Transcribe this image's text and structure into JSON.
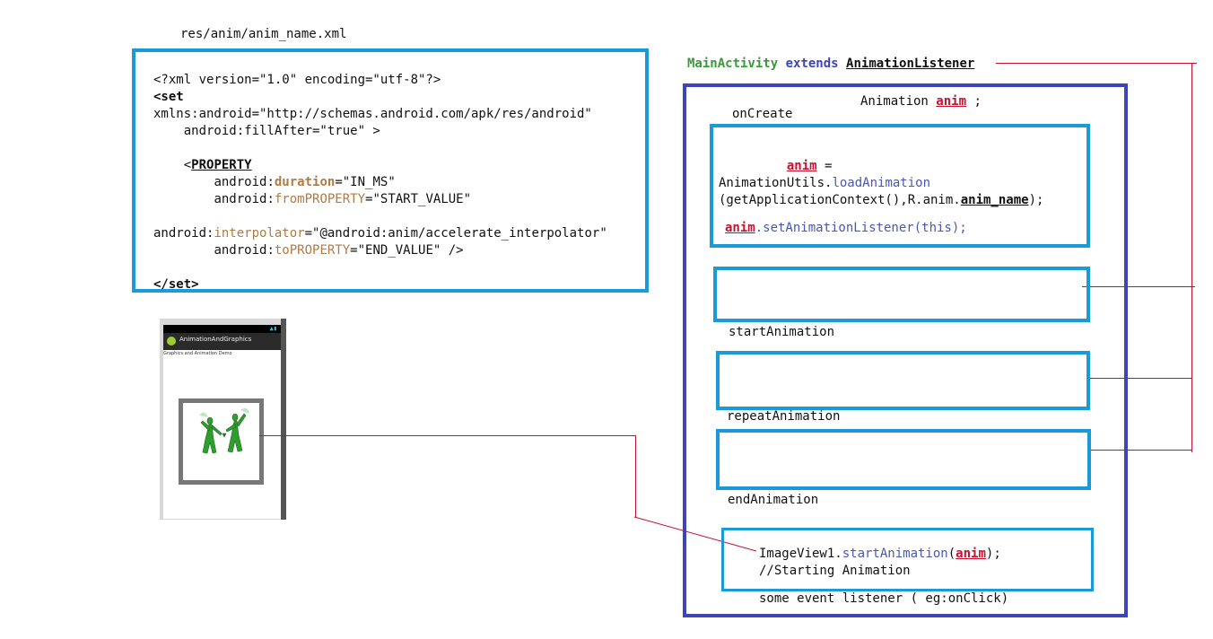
{
  "file_path": "res/anim/anim_name.xml",
  "xml": {
    "line1": "<?xml version=\"1.0\" encoding=\"utf-8\"?>",
    "set_open": "<set",
    "xmlns": "xmlns:android=\"http://schemas.android.com/apk/res/android\"",
    "fill_after": "    android:fillAfter=\"true\" >",
    "property_lt": "    <",
    "property": "PROPERTY",
    "android_prefix": "android:",
    "duration_attr": "duration",
    "duration_val": "=\"IN_MS\"",
    "from_attr": "fromPROPERTY",
    "from_val": "=\"START_VALUE\"",
    "interp_attr": "interpolator",
    "interp_val": "=\"@android:anim/accelerate_interpolator\"",
    "to_attr": "toPROPERTY",
    "to_val": "=\"END_VALUE\" />",
    "set_close": "</set>"
  },
  "phone": {
    "app_title": "AnimationAndGraphics",
    "subtitle": "Graphics and Animation Demo"
  },
  "activity": {
    "class_name": "MainActivity",
    "extends": "extends",
    "interface": "AnimationListener",
    "field_prefix": "Animation ",
    "field_name": "anim",
    "field_suffix": " ;",
    "on_create": "onCreate",
    "load_var": "anim",
    "load_eq": " =",
    "load_utils": "AnimationUtils.",
    "load_method": "loadAnimation",
    "load_args": "(getApplicationContext(),R.anim.",
    "load_res": "anim_name",
    "load_end": ");",
    "listener_var": "anim",
    "listener_call": ".setAnimationListener(this);",
    "start_label": "startAnimation",
    "repeat_label": "repeatAnimation",
    "end_label": "endAnimation",
    "img_obj": "ImageView1.",
    "img_method": "startAnimation",
    "img_paren": "(",
    "img_arg": "anim",
    "img_end": ");",
    "img_comment": "//Starting Animation",
    "event_label": "some event listener ( eg:onClick)"
  },
  "colors": {
    "blue_box": "#1a9ad6",
    "navy_box": "#3d45b8",
    "connector": "#c8102e"
  }
}
